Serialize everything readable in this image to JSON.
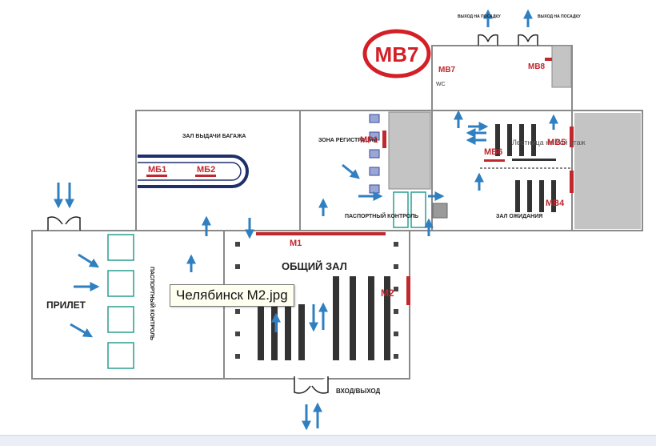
{
  "highlight": "МВ7",
  "areas": {
    "arrival": "ПРИЛЕТ",
    "baggage": "ЗАЛ ВЫДАЧИ БАГАЖА",
    "main_hall": "ОБЩИЙ ЗАЛ",
    "registration": "ЗОНА РЕГИСТРАЦИИ",
    "passport_control": "ПАСПОРТНЫЙ КОНТРОЛЬ",
    "passport_control_arrival": "ПАСПОРТНЫЙ КОНТРОЛЬ",
    "waiting_hall": "ЗАЛ ОЖИДАНИЯ",
    "entrance": "ВХОД/ВЫХОД",
    "boarding_exit_1": "ВЫХОД НА ПОСАДКУ",
    "boarding_exit_2": "ВЫХОД НА ПОСАДКУ",
    "stairs": "Лестница на 2ой этаж",
    "wc": "WC"
  },
  "markers": {
    "m1": "М1",
    "m2": "М2",
    "mb1": "МБ1",
    "mb2": "МБ2",
    "mr1": "МР1",
    "mv4": "МВ4",
    "mv5": "МВ5",
    "mv6": "МВ6",
    "mv7": "МВ7",
    "mv8": "МВ8"
  },
  "tooltip": "Челябинск М2.jpg",
  "colors": {
    "accent_red": "#c0282d",
    "arrow_blue": "#2f7fc1",
    "wall_gray": "#8a8a8a",
    "block_gray": "#c4c4c4"
  }
}
